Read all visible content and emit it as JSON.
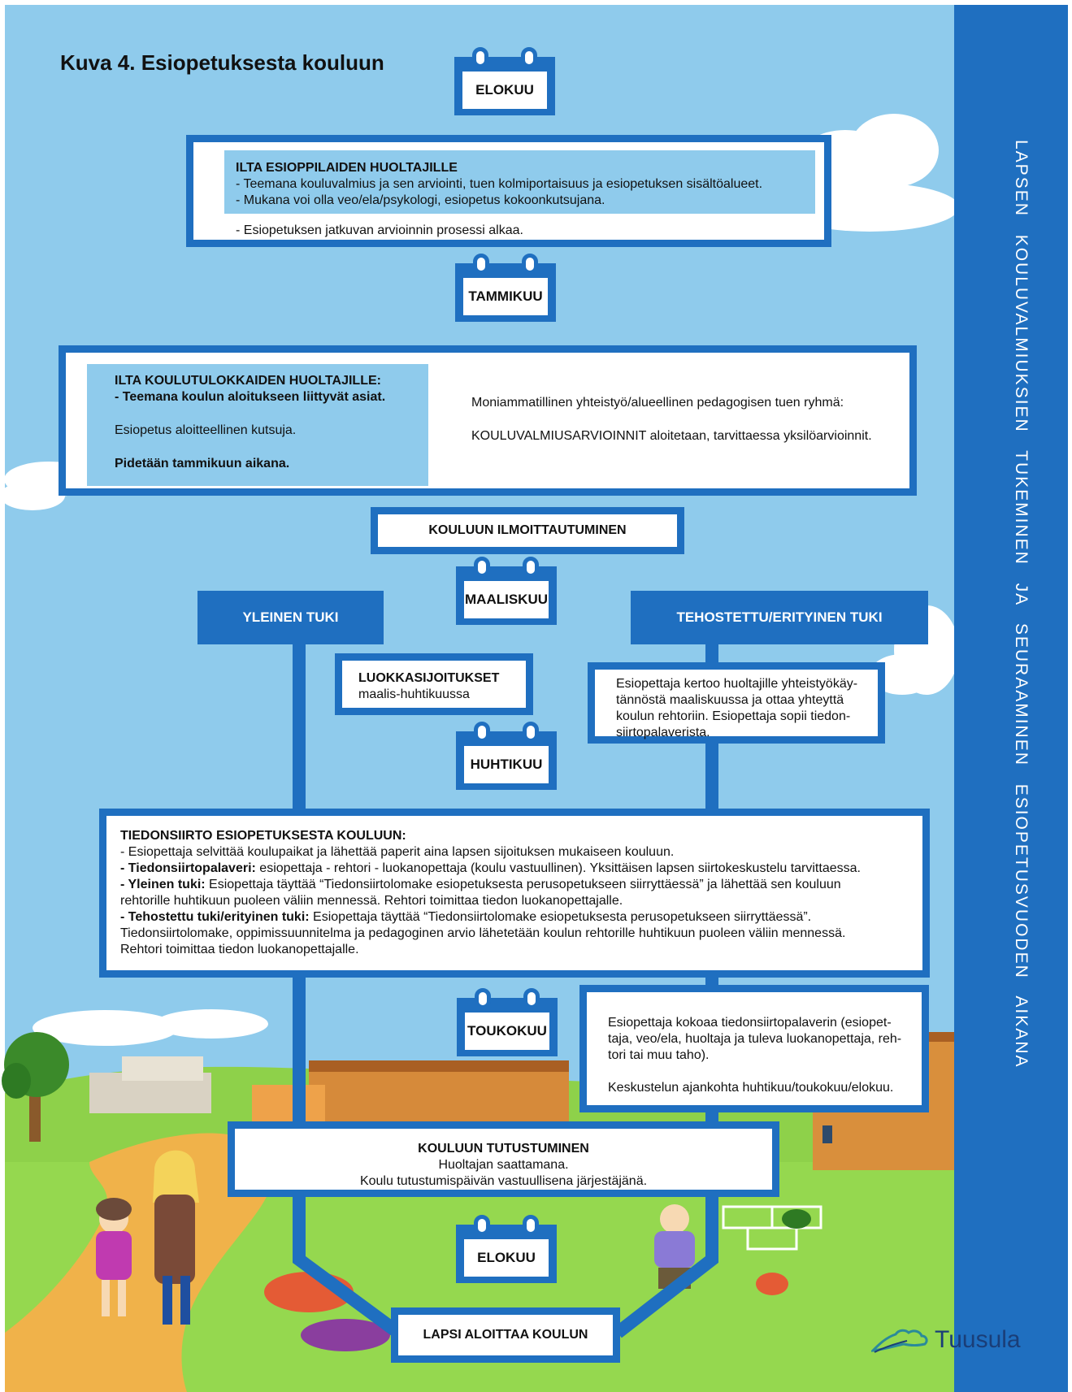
{
  "title": "Kuva 4. Esiopetuksesta kouluun",
  "sidebar_text": "LAPSEN KOULUVALMIUKSIEN TUKEMINEN JA SEURAAMINEN ESIOPETUSVUODEN AIKANA",
  "calendars": {
    "elokuu_top": "ELOKUU",
    "tammikuu": "TAMMIKUU",
    "maaliskuu": "MAALISKUU",
    "huhtikuu": "HUHTIKUU",
    "toukokuu": "TOUKOKUU",
    "elokuu_bottom": "ELOKUU"
  },
  "ilta_esioppilaat": {
    "heading": "ILTA ESIOPPILAIDEN HUOLTAJILLE",
    "line1": "- Teemana kouluvalmius ja sen arviointi, tuen kolmiportaisuus ja esiopetuksen sisältöalueet.",
    "line2": "- Mukana voi olla veo/ela/psykologi, esiopetus kokoonkutsujana.",
    "line3": "- Esiopetuksen jatkuvan arvioinnin prosessi alkaa."
  },
  "ilta_koulutulokkaat": {
    "heading": "ILTA KOULUTULOKKAIDEN HUOLTAJILLE:",
    "line1": "- Teemana koulun aloitukseen liittyvät asiat.",
    "line2": "Esiopetus aloitteellinen kutsuja.",
    "line3": "Pidetään tammikuun aikana.",
    "right1": "Moniammatillinen yhteistyö/alueellinen pedagogisen tuen ryhmä:",
    "right2": "KOULUVALMIUSARVIOINNIT aloitetaan, tarvittaessa yksilöarvioinnit."
  },
  "ilmoittautuminen": "KOULUUN ILMOITTAUTUMINEN",
  "yleinen_tuki": "YLEINEN TUKI",
  "tehostettu_tuki": "TEHOSTETTU/ERITYINEN TUKI",
  "luokkasijoitukset": {
    "heading": "LUOKKASIJOITUKSET",
    "sub": "maalis-huhtikuussa"
  },
  "tehostettu_box": {
    "line1": "Esiopettaja kertoo huoltajille yhteistyökäy-",
    "line2": "tännöstä maaliskuussa ja ottaa yhteyttä",
    "line3": "koulun rehtoriin. Esiopettaja sopii tiedon-",
    "line4": "siirtopalaverista."
  },
  "tiedonsiirto": {
    "heading": "TIEDONSIIRTO ESIOPETUKSESTA KOULUUN:",
    "line1": "- Esiopettaja selvittää koulupaikat ja lähettää paperit aina lapsen sijoituksen mukaiseen kouluun.",
    "l2_bold": "- Tiedonsiirtopalaveri:",
    "l2_rest": " esiopettaja - rehtori - luokanopettaja (koulu vastuullinen). Yksittäisen lapsen siirtokeskustelu tarvittaessa.",
    "l3_bold": "- Yleinen tuki:",
    "l3_rest": " Esiopettaja täyttää “Tiedonsiirtolomake esiopetuksesta perusopetukseen siirryttäessä” ja lähettää sen kouluun",
    "l4": "rehtorille huhtikuun puoleen väliin mennessä. Rehtori toimittaa tiedon luokanopettajalle.",
    "l5_bold": "- Tehostettu tuki/erityinen tuki:",
    "l5_rest": " Esiopettaja täyttää “Tiedonsiirtolomake esiopetuksesta perusopetukseen siirryttäessä”.",
    "l6": "Tiedonsiirtolomake, oppimissuunnitelma ja pedagoginen arvio lähetetään koulun rehtorille huhtikuun puoleen väliin mennessä.",
    "l7": "Rehtori toimittaa tiedon luokanopettajalle."
  },
  "kokoaa_box": {
    "line1": "Esiopettaja kokoaa tiedonsiirtopalaverin (esiopet-",
    "line2": "taja, veo/ela, huoltaja ja tuleva luokanopettaja, reh-",
    "line3": "tori tai muu taho).",
    "line4": "Keskustelun ajankohta huhtikuu/toukokuu/elokuu."
  },
  "tutustuminen": {
    "heading": "KOULUUN TUTUSTUMINEN",
    "line1": "Huoltajan saattamana.",
    "line2": "Koulu tutustumispäivän vastuullisena järjestäjänä."
  },
  "aloittaa": "LAPSI ALOITTAA KOULUN",
  "logo_text": "Tuusula",
  "colors": {
    "sky": "#8fcbec",
    "primary_blue": "#1f6fc0",
    "grass": "#8ed14a",
    "path": "#f0b24a"
  }
}
